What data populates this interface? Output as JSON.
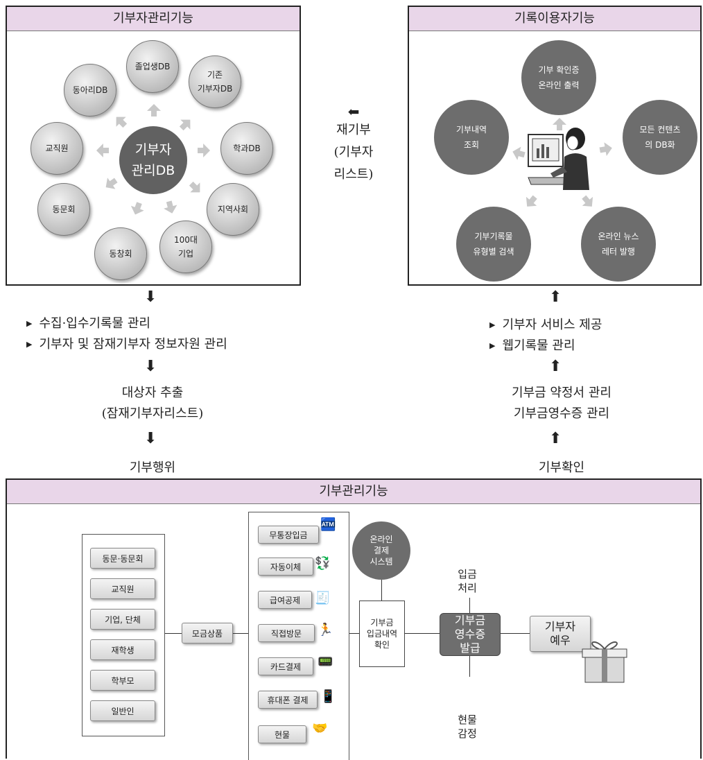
{
  "donor_panel": {
    "title": "기부자관리기능",
    "center": [
      "기부자",
      "관리DB"
    ],
    "nodes": {
      "graduates": "졸업생DB",
      "existing_donor": [
        "기존",
        "기부자DB"
      ],
      "department": "학과DB",
      "community": "지역사회",
      "top100": [
        "100대",
        "기업"
      ],
      "classmates": "동창회",
      "alumni": "동문회",
      "faculty": "교직원",
      "club": "동아리DB"
    }
  },
  "record_panel": {
    "title": "기록이용자기능",
    "nodes": {
      "certificate": [
        "기부 확인증",
        "온라인 출력"
      ],
      "all_contents": [
        "모든 컨텐츠",
        "의 DB화"
      ],
      "newsletter": [
        "온라인 뉴스",
        "레터 발행"
      ],
      "type_search": [
        "기부기록물",
        "유형별 검색"
      ],
      "history": [
        "기부내역",
        "조회"
      ]
    }
  },
  "redonation": {
    "arrow": "⬅",
    "lines": [
      "재기부",
      "(기부자",
      "리스트)"
    ]
  },
  "left_flow": {
    "arrow": "⬇",
    "bullets": [
      "수집·입수기록물 관리",
      "기부자 및 잠재기부자 정보자원 관리"
    ],
    "extract": [
      "대상자 추출",
      "(잠재기부자리스트)"
    ],
    "action": "기부행위"
  },
  "right_flow": {
    "arrow": "⬆",
    "bullets": [
      "기부자 서비스 제공",
      "웹기록물 관리"
    ],
    "manage": [
      "기부금 약정서 관리",
      "기부금영수증 관리"
    ],
    "confirm": "기부확인"
  },
  "management": {
    "title": "기부관리기능",
    "donors": [
      "동문·동문회",
      "교직원",
      "기업, 단체",
      "재학생",
      "학부모",
      "일반인"
    ],
    "product": "모금상품",
    "methods": [
      {
        "label": "무통장입금",
        "icon": "atm-icon"
      },
      {
        "label": "자동이체",
        "icon": "transfer-icon"
      },
      {
        "label": "급여공제",
        "icon": "payslip-icon"
      },
      {
        "label": "직접방문",
        "icon": "visit-icon"
      },
      {
        "label": "카드결제",
        "icon": "card-terminal-icon"
      },
      {
        "label": "휴대폰 결제",
        "icon": "phone-icon"
      },
      {
        "label": "현물",
        "icon": "goods-icon"
      }
    ],
    "online_payment": [
      "온라인",
      "결제",
      "시스템"
    ],
    "deposit_check": [
      "기부금",
      "입금내역",
      "확인"
    ],
    "deposit_process": [
      "입금",
      "처리"
    ],
    "receipt": [
      "기부금",
      "영수증",
      "발급"
    ],
    "in_kind": [
      "현물",
      "감정"
    ],
    "courtesy": [
      "기부자",
      "예우"
    ]
  }
}
